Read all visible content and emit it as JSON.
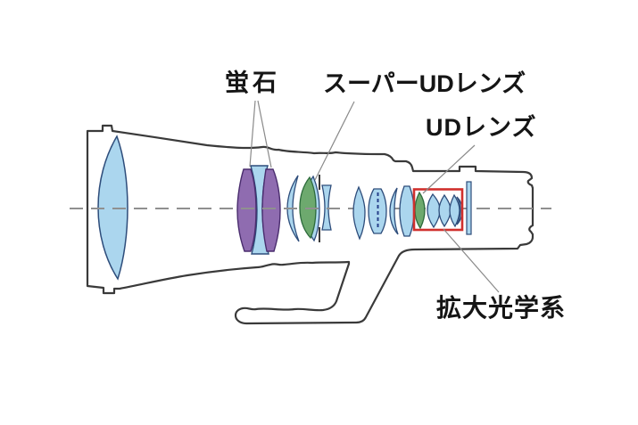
{
  "diagram": {
    "title": "telephoto-lens-cross-section",
    "labels": {
      "fluorite": "蛍石",
      "super_ud": "スーパーUDレンズ",
      "ud": "UDレンズ",
      "magnifying_optics": "拡大光学系"
    },
    "colors": {
      "fluorite_fill": "#8f6cb0",
      "fluorite_stroke": "#4a2d6e",
      "ud_fill": "#6da96e",
      "ud_stroke": "#2d6b3c",
      "glass_fill": "#abd6ee",
      "glass_stroke": "#2e4d7b",
      "body_outline": "#3a3a3a",
      "highlight_box": "#d0302d",
      "axis": "#909090",
      "leader_line": "#8a8a8a",
      "cemented_dashed_surface": "#27408b",
      "label_text": "#151515"
    }
  }
}
